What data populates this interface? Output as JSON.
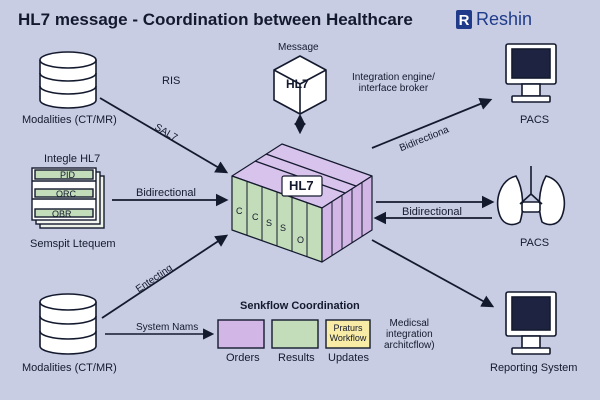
{
  "header": {
    "title": "HL7 message - Coordination between Healthcare",
    "brand_name": "Reshin",
    "brand_mark": "R"
  },
  "left": {
    "top_source_label": "Modalities (CT/MR)",
    "ris_label": "RIS",
    "arrow_top_label": "SAL7",
    "segments_title": "Integle HL7",
    "segments": [
      "PID",
      "ORC",
      "OBR"
    ],
    "segments_caption": "Semspit Ltequem",
    "arrow_mid_label": "Bidirectional",
    "arrow_bottom_label": "Entecting",
    "bottom_source_label": "Modalities (CT/MR)",
    "system_names_label": "System Nams"
  },
  "center": {
    "message_label": "Message",
    "message_cube_text": "HL7",
    "engine_label": "Integration engine/\ninterface broker",
    "hub_text": "HL7",
    "hub_side_letters": [
      "C",
      "C",
      "S",
      "S",
      "O"
    ]
  },
  "bottom": {
    "workflow_title": "Senkflow Coordination",
    "box_labels": [
      "Orders",
      "Results",
      "Updates"
    ],
    "status_box_text": "Praturs\nWorkflow",
    "medical_label": "Medicsal\nintegration\narchitcflow)"
  },
  "right": {
    "arrow_top_label": "Bidirectiona",
    "arrow_mid_label": "Bidirectional",
    "pacs_top_label": "PACS",
    "pacs_mid_label": "PACS",
    "reporting_label": "Reporting System"
  },
  "colors": {
    "background": "#c9cde4",
    "green": "#c3dcb9",
    "purple": "#d2b7e6",
    "blue_box": "#b4b9e6",
    "yellow": "#f7eba5",
    "ink": "#141a2e",
    "brand": "#1f3b8a"
  }
}
